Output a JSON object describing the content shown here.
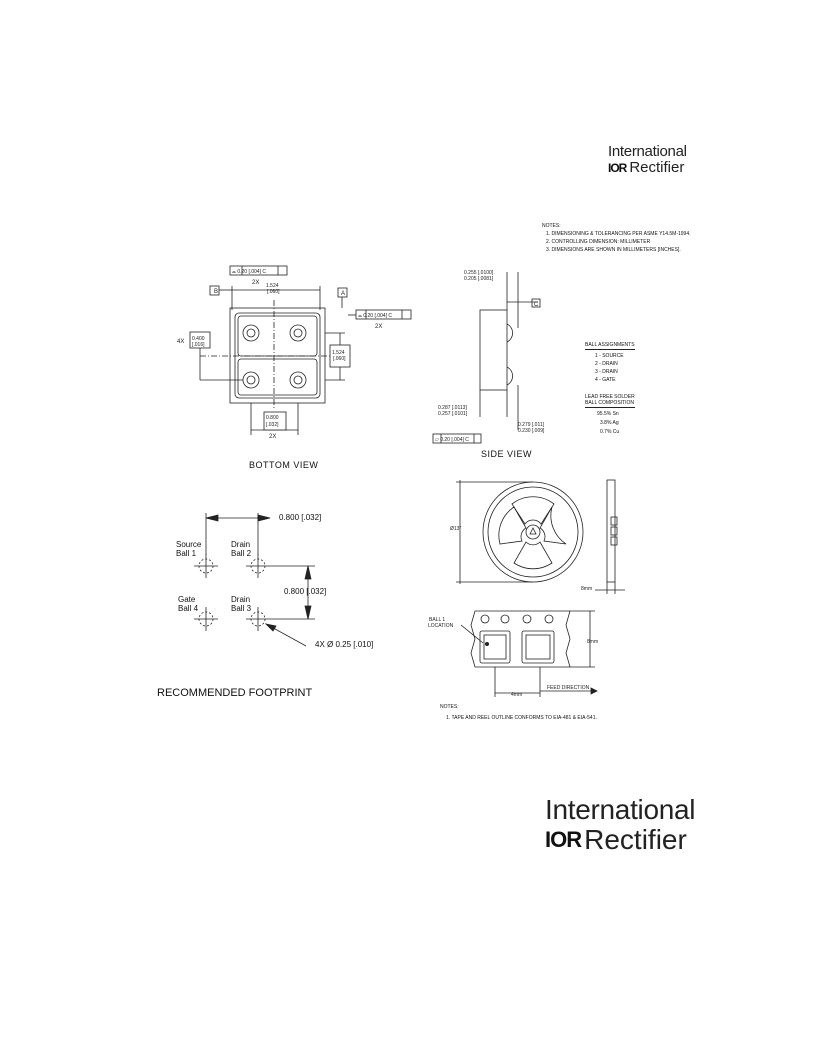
{
  "logo_top": {
    "line1": "International",
    "ior": "IOR",
    "rectifier": "Rectifier"
  },
  "logo_bottom": {
    "line1": "International",
    "ior": "IOR",
    "rectifier": "Rectifier"
  },
  "notes_top": {
    "title": "NOTES:",
    "items": [
      "1. DIMENSIONING & TOLERANCING PER ASME Y14.5M-1994.",
      "2. CONTROLLING DIMENSION: MILLIMETER",
      "3. DIMENSIONS ARE SHOWN IN MILLIMETERS [INCHES]."
    ]
  },
  "bottom_view": {
    "title": "BOTTOM VIEW",
    "tol_top": "0.20 [.004] C",
    "tol_right": "0.20 [.004] C",
    "dim_top": "1.524 [.060]",
    "dim_right": "1.524 [.060]",
    "dim_ball": "0.400 [.016]",
    "dim_bottom": "0.800 [.032]",
    "two_x": "2X",
    "four_x": "4X",
    "datum_b": "B",
    "datum_a": "A"
  },
  "side_view": {
    "title": "SIDE VIEW",
    "dim_top": "0.255 [.0100]\n0.205 [.0081]",
    "dim_body": "0.287 [.0113]\n0.257 [.0101]",
    "dim_total": "0.279 [.011]\n0.230 [.009]",
    "flatness": "0.20 [.004] C",
    "datum_c": "C"
  },
  "ball_assignments": {
    "title": "BALL ASSIGNMENTS",
    "items": [
      "1 - SOURCE",
      "2 - DRAIN",
      "3 - DRAIN",
      "4 - GATE"
    ]
  },
  "solder": {
    "title_line1": "LEAD FREE SOLDER",
    "title_line2": "BALL COMPOSITION",
    "items": [
      "95.5% Sn",
      "3.8% Ag",
      "0.7% Cu"
    ]
  },
  "footprint": {
    "title": "RECOMMENDED FOOTPRINT",
    "dim_h": "0.800 [.032]",
    "dim_v": "0.800 [.032]",
    "dim_dia": "4X Ø 0.25 [.010]",
    "ball1": [
      "Source",
      "Ball 1"
    ],
    "ball2": [
      "Drain",
      "Ball 2"
    ],
    "ball4": [
      "Gate",
      "Ball 4"
    ],
    "ball3": [
      "Drain",
      "Ball 3"
    ]
  },
  "reel": {
    "dia": "Ø13\"",
    "width": "8mm"
  },
  "tape": {
    "ball1_location": [
      "BALL 1",
      "LOCATION"
    ],
    "height": "8mm",
    "pitch": "4mm",
    "feed": "FEED DIRECTION",
    "notes_title": "NOTES:",
    "note1": "1. TAPE AND REEL OUTLINE CONFORMS TO EIA-481 & EIA-541."
  }
}
